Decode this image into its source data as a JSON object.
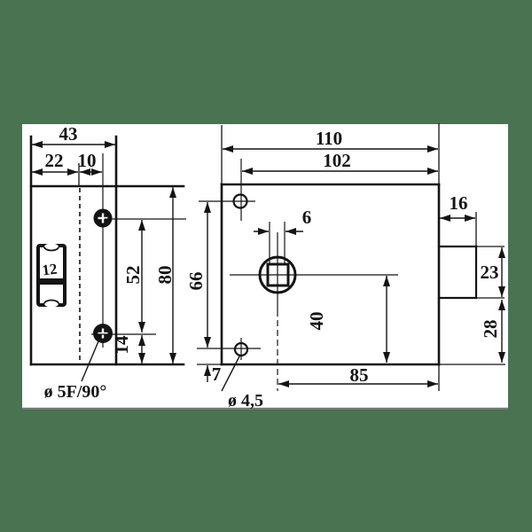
{
  "colors": {
    "background_green": "#4a7352",
    "paper_white": "#ffffff",
    "ink_black": "#141414"
  },
  "side_view": {
    "case_width": "43",
    "backset": "22",
    "hole_offset": "10",
    "hole_spacing": "52",
    "case_height": "80",
    "bottom_hole_offset": "14",
    "follower_label": "12",
    "screw_hole_note": "ø 5F/90°"
  },
  "front_view": {
    "case_width": "110",
    "hole_span": "102",
    "hole_vertical_span": "66",
    "spindle_square": "6",
    "spindle_to_bottom": "40",
    "bottom_hole_margin": "7",
    "spindle_to_right_edge": "85",
    "small_hole_note": "ø 4,5",
    "bolt_projection": "16",
    "bolt_height": "23",
    "bolt_bottom_offset": "28"
  }
}
